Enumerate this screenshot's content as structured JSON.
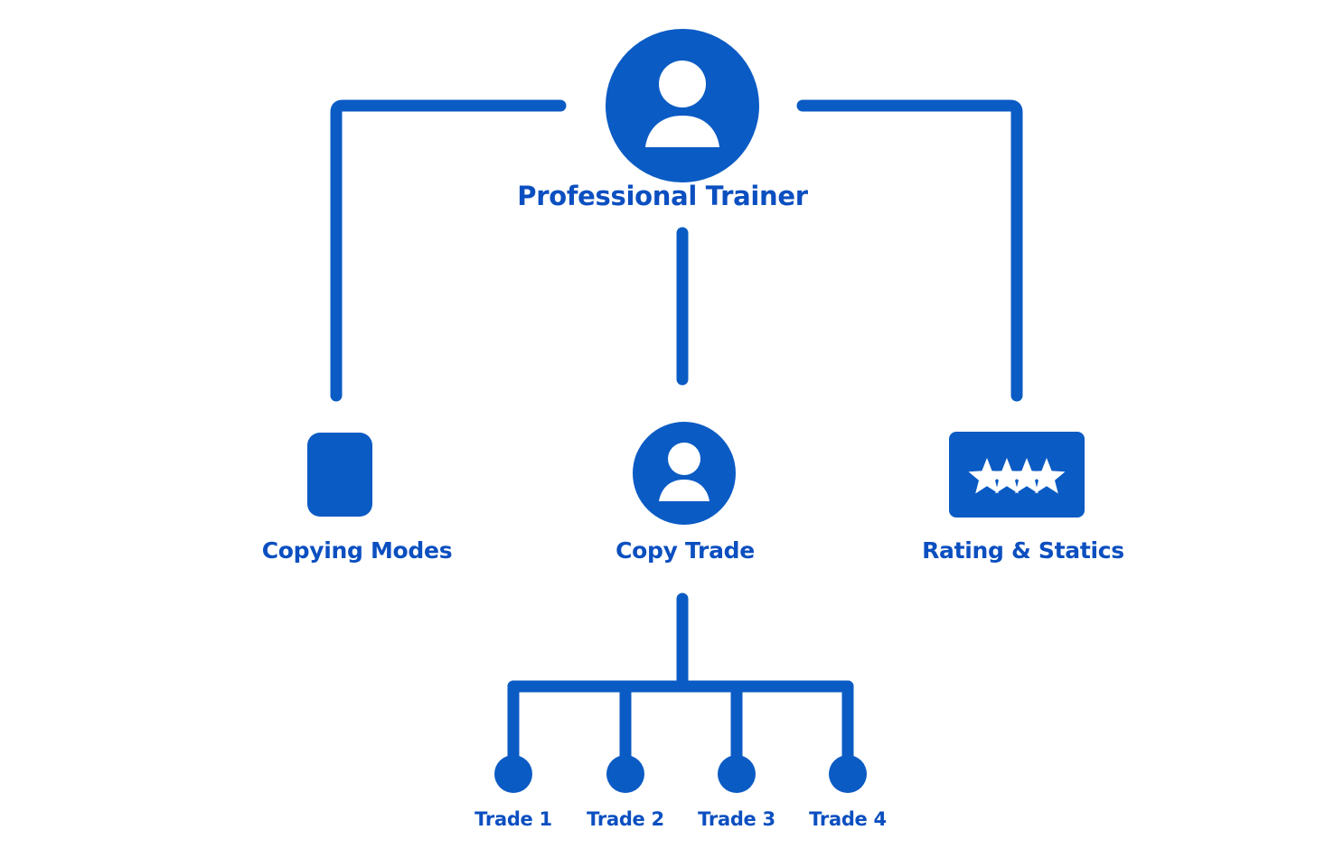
{
  "diagram": {
    "title": "Professional Trainer copy-trading hierarchy",
    "colors": {
      "accent": "#0b5bc4",
      "text": "#0b4fc0",
      "icon_fill": "#ffffff",
      "background": "#ffffff"
    },
    "root": {
      "label": "Professional Trainer",
      "icon": "person-avatar-icon"
    },
    "tier2": [
      {
        "label": "Copying Modes",
        "icon": "document-card-icon"
      },
      {
        "label": "Copy Trade",
        "icon": "person-avatar-icon"
      },
      {
        "label": "Rating & Statics",
        "icon": "four-stars-icon"
      }
    ],
    "stars": {
      "count": 4,
      "glyph": "★"
    },
    "leaves": [
      {
        "label": "Trade 1",
        "icon": "trade-node-dot"
      },
      {
        "label": "Trade 2",
        "icon": "trade-node-dot"
      },
      {
        "label": "Trade 3",
        "icon": "trade-node-dot"
      },
      {
        "label": "Trade 4",
        "icon": "trade-node-dot"
      }
    ]
  }
}
